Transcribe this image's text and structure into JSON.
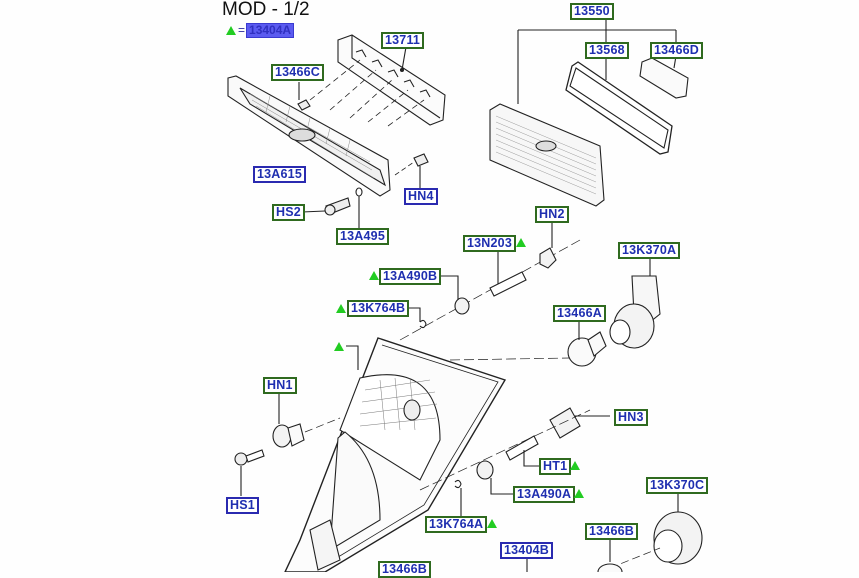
{
  "header": {
    "title": "MOD - 1/2",
    "legend": {
      "symbol": "green-triangle",
      "equals": "=",
      "part_ref": "13404A"
    }
  },
  "colors": {
    "label_text": "#1f2fb0",
    "label_border_green": "#2f6a1f",
    "label_border_blue": "#2a2ab0",
    "marker_green": "#22cc22",
    "highlight_fill": "#5b5bf0"
  },
  "callouts": [
    {
      "id": "13711",
      "text": "13711",
      "border": "green",
      "marker": false
    },
    {
      "id": "13466C",
      "text": "13466C",
      "border": "green",
      "marker": false
    },
    {
      "id": "13A615",
      "text": "13A615",
      "border": "blue",
      "marker": false
    },
    {
      "id": "HN4",
      "text": "HN4",
      "border": "blue",
      "marker": false
    },
    {
      "id": "HS2",
      "text": "HS2",
      "border": "green",
      "marker": false
    },
    {
      "id": "13A495",
      "text": "13A495",
      "border": "green",
      "marker": false
    },
    {
      "id": "13550",
      "text": "13550",
      "border": "green",
      "marker": false
    },
    {
      "id": "13568",
      "text": "13568",
      "border": "green",
      "marker": false
    },
    {
      "id": "13466D",
      "text": "13466D",
      "border": "green",
      "marker": false
    },
    {
      "id": "HN2",
      "text": "HN2",
      "border": "green",
      "marker": false
    },
    {
      "id": "13N203",
      "text": "13N203",
      "border": "green",
      "marker": true
    },
    {
      "id": "13K370A",
      "text": "13K370A",
      "border": "green",
      "marker": false
    },
    {
      "id": "13A490B",
      "text": "13A490B",
      "border": "green",
      "marker": true
    },
    {
      "id": "13K764B",
      "text": "13K764B",
      "border": "green",
      "marker": true
    },
    {
      "id": "13466A",
      "text": "13466A",
      "border": "green",
      "marker": false
    },
    {
      "id": "HN1",
      "text": "HN1",
      "border": "green",
      "marker": false
    },
    {
      "id": "HN3",
      "text": "HN3",
      "border": "green",
      "marker": false
    },
    {
      "id": "HT1",
      "text": "HT1",
      "border": "green",
      "marker": true
    },
    {
      "id": "13A490A",
      "text": "13A490A",
      "border": "green",
      "marker": true
    },
    {
      "id": "HS1",
      "text": "HS1",
      "border": "blue",
      "marker": false
    },
    {
      "id": "13K370C",
      "text": "13K370C",
      "border": "green",
      "marker": false
    },
    {
      "id": "13K764A",
      "text": "13K764A",
      "border": "green",
      "marker": true
    },
    {
      "id": "13466B_right",
      "text": "13466B",
      "border": "green",
      "marker": false
    },
    {
      "id": "13404B",
      "text": "13404B",
      "border": "blue",
      "marker": false
    },
    {
      "id": "13466B_bottom",
      "text": "13466B",
      "border": "green",
      "marker": false
    }
  ],
  "lamp_housing_marker": true
}
